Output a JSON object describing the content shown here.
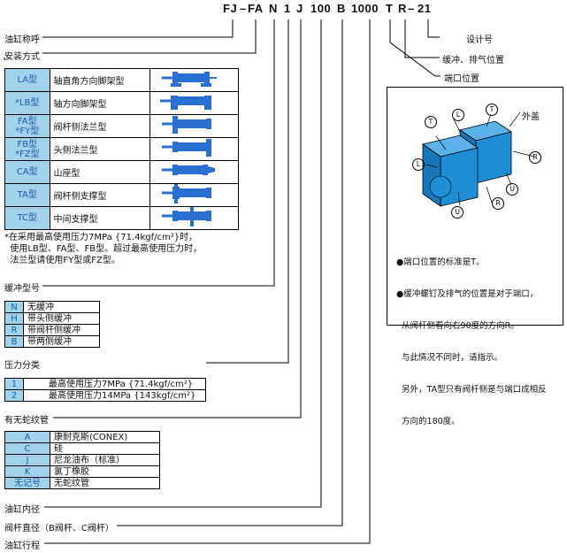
{
  "model_code": {
    "chars": [
      "FJ",
      "–",
      "FA",
      "N",
      "1",
      "J",
      "100",
      "B",
      "1000",
      "T",
      "R",
      "–",
      "21"
    ]
  },
  "sections": {
    "bore_name": "油缸称呼",
    "mount": "安装方式",
    "cushion_type": "缓冲型号",
    "pressure": "压力分类",
    "bellows": "有无蛇纹管",
    "bore": "油缸内径",
    "rod": "阀杆直径（B阀杆、C阀杆）",
    "stroke": "油缸行程"
  },
  "right_labels": {
    "design_no": "设计号",
    "cushion_vent": "缓冲、排气位置",
    "port_pos": "端口位置"
  },
  "mount_table": [
    {
      "code": "LA型",
      "desc": "轴直角方向脚架型",
      "icon": "foot-mount-cylinder-icon"
    },
    {
      "code": "*LB型",
      "desc": "轴方向脚架型",
      "icon": "axial-foot-cylinder-icon"
    },
    {
      "code": "FA型\n*FY型",
      "desc": "阀杆侧法兰型",
      "icon": "rod-flange-cylinder-icon"
    },
    {
      "code": "FB型\n*FZ型",
      "desc": "头侧法兰型",
      "icon": "head-flange-cylinder-icon"
    },
    {
      "code": "CA型",
      "desc": "山座型",
      "icon": "clevis-cylinder-icon"
    },
    {
      "code": "TA型",
      "desc": "阀杆侧支撑型",
      "icon": "rod-trunnion-cylinder-icon"
    },
    {
      "code": "TC型",
      "desc": "中间支撑型",
      "icon": "center-trunnion-cylinder-icon"
    }
  ],
  "mount_note": "*在采用最高使用压力7MPa {71.4kgf/cm²}时，\n  使用LB型、FA型、FB型。超过最高使用压力时，\n  法兰型请使用FY型或FZ型。",
  "cushion_table": [
    {
      "code": "N",
      "desc": "无缓冲"
    },
    {
      "code": "H",
      "desc": "带头侧缓冲"
    },
    {
      "code": "R",
      "desc": "带阀杆侧缓冲"
    },
    {
      "code": "B",
      "desc": "带两侧缓冲"
    }
  ],
  "pressure_table": [
    {
      "code": "1",
      "desc": "最高使用压力7MPa {71.4kgf/cm²}"
    },
    {
      "code": "2",
      "desc": "最高使用压力14MPa {143kgf/cm²}"
    }
  ],
  "bellows_table": [
    {
      "code": "A",
      "desc": "康耐克斯(CONEX)"
    },
    {
      "code": "C",
      "desc": "硅"
    },
    {
      "code": "J",
      "desc": "尼龙油布（标准）"
    },
    {
      "code": "K",
      "desc": "氯丁橡胶"
    },
    {
      "code": "无记号",
      "desc": "无蛇纹管"
    }
  ],
  "diagram": {
    "cap_label": "外盖",
    "markers": [
      "T",
      "L",
      "T",
      "L",
      "R",
      "U",
      "R",
      "U"
    ],
    "notes": [
      "●端口位置的标准是T。",
      "●缓冲螺钉及排气的位置是对于端口，",
      "  从阀杆侧看向右90度的方向R。",
      "  与此情况不同时，请指示。",
      "  另外，TA型只有阀杆侧是与端口成相反",
      "  方向的180度。"
    ]
  },
  "colors": {
    "code_bg": "#a3d3ec",
    "code_text": "#1a5aa8",
    "cube": "#1e8fd6",
    "icon_blue": "#2a6fd1"
  }
}
